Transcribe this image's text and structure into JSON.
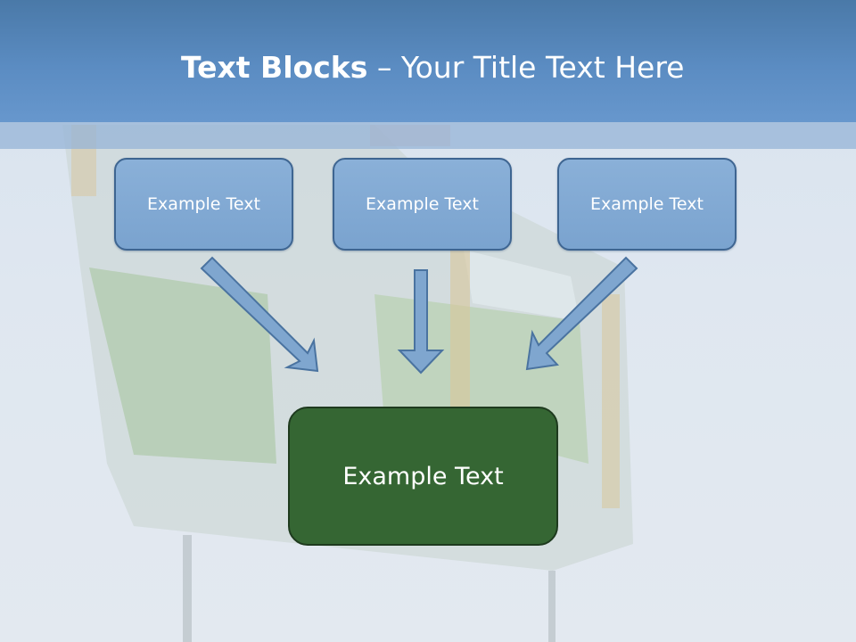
{
  "slide": {
    "title_bold": "Text Blocks",
    "title_rest": " – Your Title Text Here",
    "blocks": [
      {
        "label": "Example Text"
      },
      {
        "label": "Example Text"
      },
      {
        "label": "Example Text"
      }
    ],
    "main_block": {
      "label": "Example Text"
    }
  },
  "colors": {
    "header": "#5b8cc2",
    "block_fill": "#7ea7d2",
    "block_border": "#3e6591",
    "main_fill": "#356633",
    "arrow_fill": "#7fa6cf"
  }
}
